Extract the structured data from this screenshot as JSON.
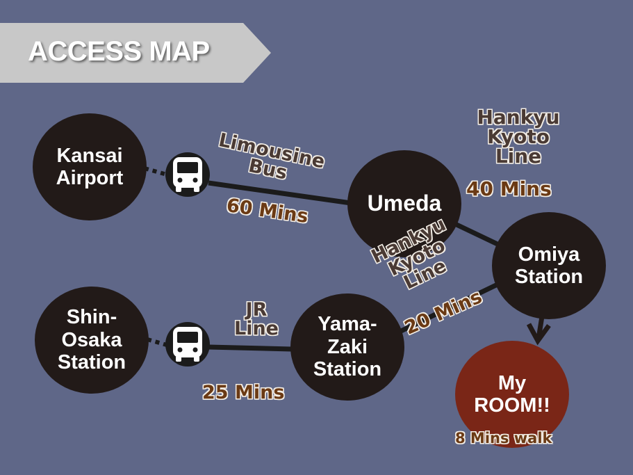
{
  "header": {
    "title": "ACCESS MAP"
  },
  "nodes": {
    "kansai_airport": "Kansai\nAirport",
    "umeda": "Umeda",
    "omiya_station": "Omiya\nStation",
    "shin_osaka_station": "Shin-\nOsaka\nStation",
    "yamazaki_station": "Yama-\nZaki\nStation",
    "my_room": "My\nROOM!!"
  },
  "routes": {
    "limousine": {
      "name": "Limousine\nBus",
      "time": "60 Mins"
    },
    "hankyu_umeda_omiya": {
      "name": "Hankyu\nKyoto\nLine",
      "time": "40 Mins"
    },
    "jr": {
      "name": "JR\nLine",
      "time": "25 Mins"
    },
    "hankyu_yamazaki_omiya": {
      "name": "Hankyu\nKyoto\nLine",
      "time": "20 Mins"
    },
    "walk": {
      "time": "8 Mins walk"
    }
  },
  "icons": {
    "bus_top": "bus-icon",
    "bus_bottom": "bus-icon"
  },
  "colors": {
    "background": "#5f6788",
    "node": "#221a18",
    "room": "#7a2617",
    "banner": "#c8c8c8"
  }
}
